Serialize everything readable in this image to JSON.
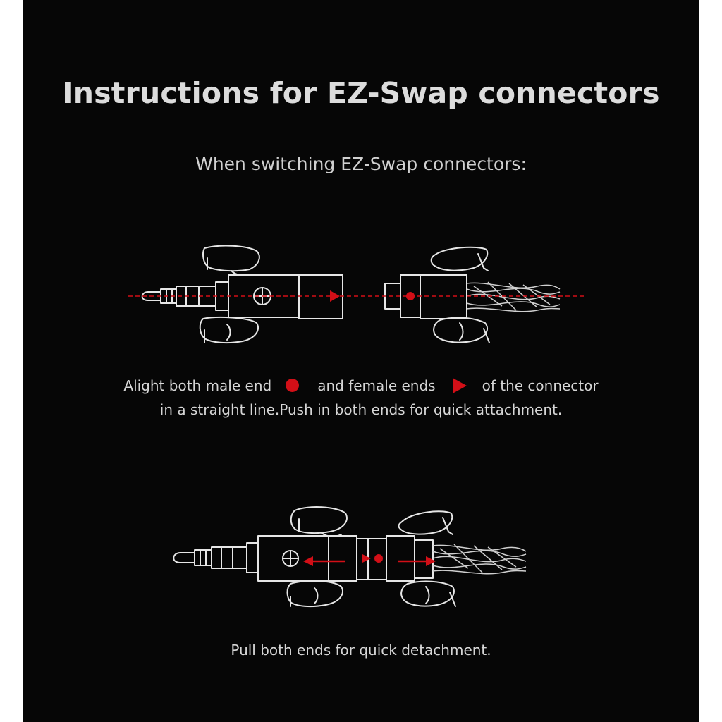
{
  "title": "Instructions for EZ-Swap connectors",
  "subtitle": "When switching EZ-Swap connectors:",
  "step1": {
    "caption_part1": "Alight both male end",
    "caption_part2": "and female ends",
    "caption_part3": "of the connector",
    "caption_line2": "in a straight line.Push in both ends for quick attachment.",
    "male_end_icon": "red-dot-icon",
    "female_end_icon": "red-triangle-icon"
  },
  "step2": {
    "caption": "Pull both ends for quick detachment."
  },
  "colors": {
    "background": "#060606",
    "line_art": "#e6e6e6",
    "accent_red": "#d20f17",
    "text": "#d6d6d6"
  }
}
